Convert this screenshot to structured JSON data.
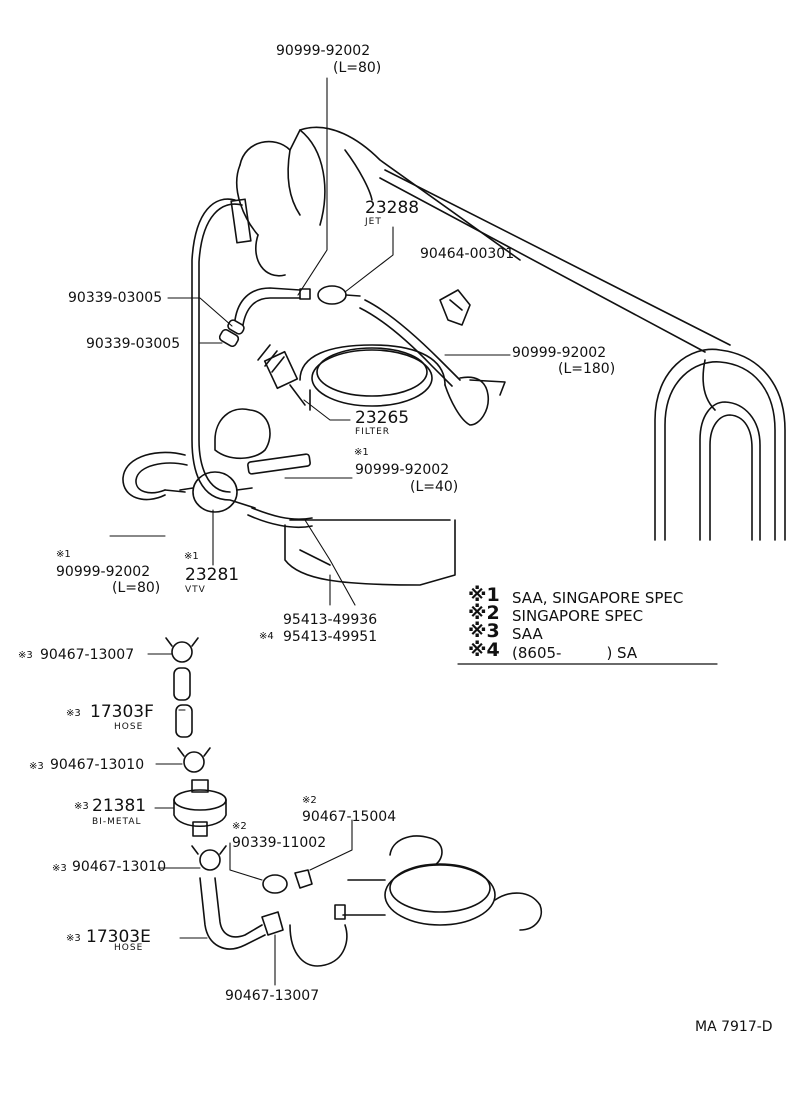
{
  "parts": {
    "p1": {
      "num": "90999-92002",
      "sub": "(L=80)"
    },
    "p2": {
      "num": "23288",
      "sub": "JET"
    },
    "p3": {
      "num": "90464-00301"
    },
    "p4": {
      "num": "90339-03005"
    },
    "p5": {
      "num": "90339-03005"
    },
    "p6": {
      "num": "90999-92002",
      "sub": "(L=180)"
    },
    "p7": {
      "num": "23265",
      "sub": "FILTER"
    },
    "p8": {
      "mark": "※1",
      "num": "90999-92002",
      "sub": "(L=40)"
    },
    "p9": {
      "mark": "※1",
      "num": "90999-92002",
      "sub": "(L=80)"
    },
    "p10": {
      "mark": "※1",
      "num": "23281",
      "sub": "VTV"
    },
    "p11": {
      "num": "95413-49936"
    },
    "p12": {
      "mark": "※4",
      "num": "95413-49951"
    },
    "p13": {
      "mark": "※3",
      "num": "90467-13007"
    },
    "p14": {
      "mark": "※3",
      "num": "17303F",
      "sub": "HOSE"
    },
    "p15": {
      "mark": "※3",
      "num": "90467-13010"
    },
    "p16": {
      "mark": "※3",
      "num": "21381",
      "sub": "BI-METAL"
    },
    "p17": {
      "mark": "※2",
      "num": "90339-11002"
    },
    "p18": {
      "mark": "※2",
      "num": "90467-15004"
    },
    "p19": {
      "mark": "※3",
      "num": "90467-13010"
    },
    "p20": {
      "mark": "※3",
      "num": "17303E",
      "sub": "HOSE"
    },
    "p21": {
      "num": "90467-13007"
    }
  },
  "legend": [
    {
      "mark": "※1",
      "text": "SAA, SINGAPORE SPEC"
    },
    {
      "mark": "※2",
      "text": "SINGAPORE SPEC"
    },
    {
      "mark": "※3",
      "text": "SAA"
    },
    {
      "mark": "※4",
      "text": "(8605-　　　) SA"
    }
  ],
  "footer": {
    "code": "MA 7917-D"
  }
}
